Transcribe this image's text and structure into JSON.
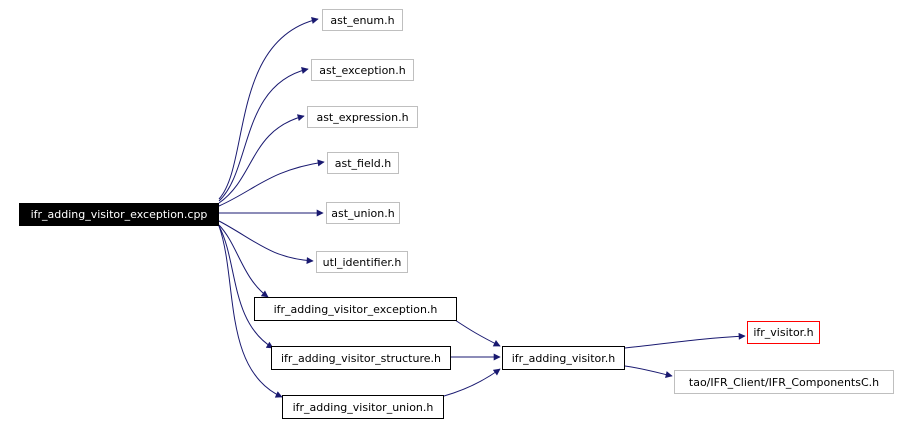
{
  "graph": {
    "root": {
      "label": "ifr_adding_visitor_exception.cpp"
    },
    "nodes": [
      {
        "id": "ast_enum",
        "label": "ast_enum.h",
        "style": "gray"
      },
      {
        "id": "ast_exception",
        "label": "ast_exception.h",
        "style": "gray"
      },
      {
        "id": "ast_expression",
        "label": "ast_expression.h",
        "style": "gray"
      },
      {
        "id": "ast_field",
        "label": "ast_field.h",
        "style": "gray"
      },
      {
        "id": "ast_union",
        "label": "ast_union.h",
        "style": "gray"
      },
      {
        "id": "utl_identifier",
        "label": "utl_identifier.h",
        "style": "gray"
      },
      {
        "id": "iav_exception",
        "label": "ifr_adding_visitor_exception.h",
        "style": "black"
      },
      {
        "id": "iav_structure",
        "label": "ifr_adding_visitor_structure.h",
        "style": "black"
      },
      {
        "id": "iav_union",
        "label": "ifr_adding_visitor_union.h",
        "style": "black"
      },
      {
        "id": "iav",
        "label": "ifr_adding_visitor.h",
        "style": "black"
      },
      {
        "id": "ifr_visitor",
        "label": "ifr_visitor.h",
        "style": "red"
      },
      {
        "id": "ifr_components",
        "label": "tao/IFR_Client/IFR_ComponentsC.h",
        "style": "gray"
      }
    ],
    "edges": [
      [
        "root",
        "ast_enum"
      ],
      [
        "root",
        "ast_exception"
      ],
      [
        "root",
        "ast_expression"
      ],
      [
        "root",
        "ast_field"
      ],
      [
        "root",
        "ast_union"
      ],
      [
        "root",
        "utl_identifier"
      ],
      [
        "root",
        "iav_exception"
      ],
      [
        "root",
        "iav_structure"
      ],
      [
        "root",
        "iav_union"
      ],
      [
        "iav_exception",
        "iav"
      ],
      [
        "iav_structure",
        "iav"
      ],
      [
        "iav_union",
        "iav"
      ],
      [
        "iav",
        "ifr_visitor"
      ],
      [
        "iav",
        "ifr_components"
      ]
    ],
    "colors": {
      "edge": "#191970",
      "node_border": "#bfbfbf",
      "root_fill": "#000000",
      "highlight_border": "#ff0000"
    }
  }
}
